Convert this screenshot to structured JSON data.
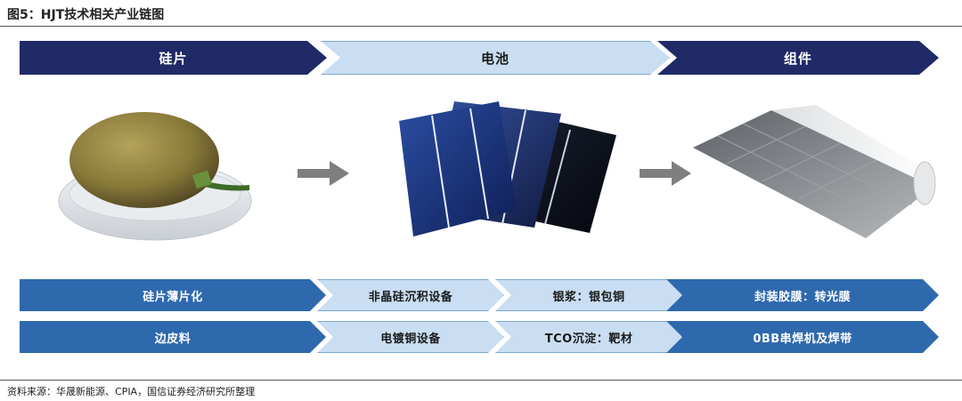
{
  "title": "图5：HJT技术相关产业链图",
  "stages": [
    "硅片",
    "电池",
    "组件"
  ],
  "row1": [
    "硅片薄片化",
    "非晶硅沉积设备",
    "银浆：银包铜",
    "封装胶膜：转光膜"
  ],
  "row2": [
    "边皮料",
    "电镀铜设备",
    "TCO沉淀：靶材",
    "0BB串焊机及焊带"
  ],
  "source": "资料来源：华晟新能源、CPIA，国信证券经济研究所整理",
  "colors": {
    "dark": "#1f2a66",
    "light": "#c9def2",
    "mid": "#2f69ad"
  },
  "images": [
    "silicon-wafer-image",
    "solar-cells-image",
    "solar-module-image"
  ]
}
